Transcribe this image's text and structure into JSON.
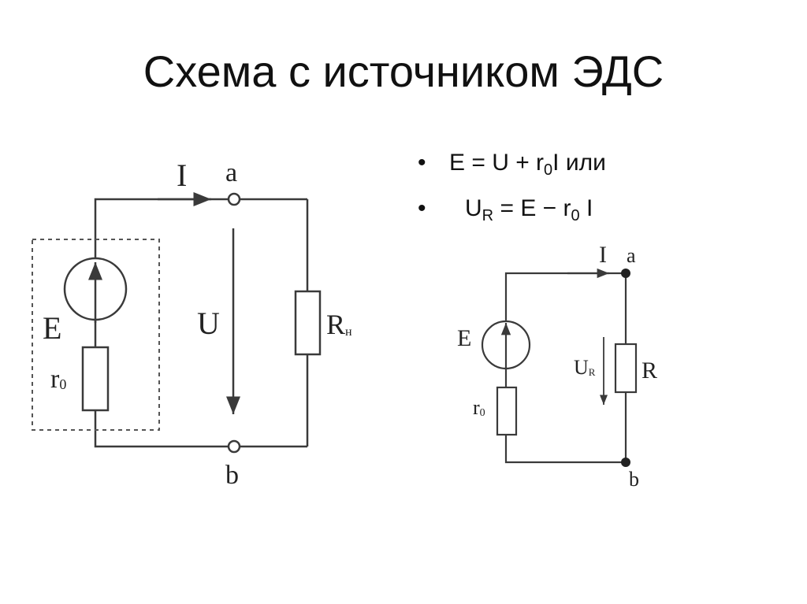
{
  "title": "Схема с источником ЭДС",
  "bullets": [
    {
      "marker": "•",
      "pre": "E = U + r",
      "sub": "0",
      "post": "I или"
    },
    {
      "marker": "•",
      "pre": "U",
      "sub": "R",
      "mid": " = E − r",
      "sub2": "0",
      "post": " I"
    }
  ],
  "left_circuit": {
    "current_label": "I",
    "node_top": "a",
    "node_bottom": "b",
    "source_label": "E",
    "internal_resistance": {
      "main": "r",
      "sub": "0"
    },
    "voltage_label": "U",
    "load": {
      "main": "R",
      "sub": "н"
    }
  },
  "right_circuit": {
    "current_label": "I",
    "node_top": "a",
    "node_bottom": "b",
    "source_label": "E",
    "internal_resistance": {
      "main": "r",
      "sub": "0"
    },
    "voltage": {
      "main": "U",
      "sub": "R"
    },
    "load_label": "R"
  },
  "colors": {
    "wire": "#3a3a3a",
    "text": "#111111",
    "dashed_box": "#555555"
  }
}
